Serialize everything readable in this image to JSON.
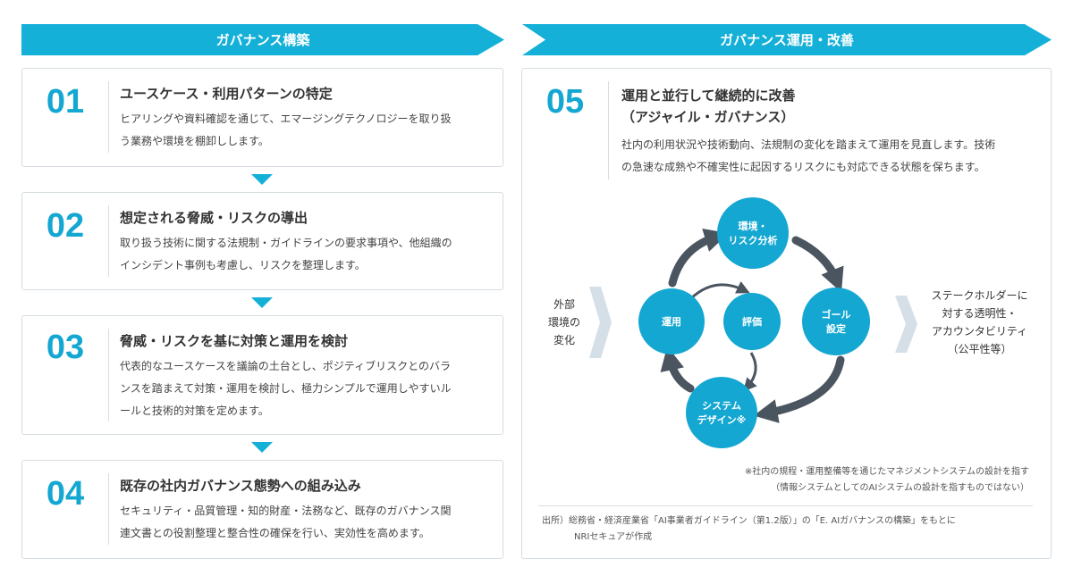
{
  "banners": {
    "left": "ガバナンス構築",
    "right": "ガバナンス運用・改善"
  },
  "steps": [
    {
      "number": "01",
      "title": "ユースケース・利用パターンの特定",
      "text": [
        "ヒアリングや資料確認を通じて、エマージングテクノロジーを取り扱",
        "う業務や環境を棚卸しします。"
      ]
    },
    {
      "number": "02",
      "title": "想定される脅威・リスクの導出",
      "text": [
        "取り扱う技術に関する法規制・ガイドラインの要求事項や、他組織の",
        "インシデント事例も考慮し、リスクを整理します。"
      ]
    },
    {
      "number": "03",
      "title": "脅威・リスクを基に対策と運用を検討",
      "text": [
        "代表的なユースケースを議論の土台とし、ポジティブリスクとのバラ",
        "ンスを踏まえて対策・運用を検討し、極力シンプルで運用しやすいル",
        "ールと技術的対策を定めます。"
      ]
    },
    {
      "number": "04",
      "title": "既存の社内ガバナンス態勢への組み込み",
      "text": [
        "セキュリティ・品質管理・知的財産・法務など、既存のガバナンス関",
        "連文書との役割整理と整合性の確保を行い、実効性を高めます。"
      ]
    }
  ],
  "step05": {
    "number": "05",
    "title": [
      "運用と並行して継続的に改善",
      "（アジャイル・ガバナンス）"
    ],
    "text": [
      "社内の利用状況や技術動向、法規制の変化を踏まえて運用を見直します。技術",
      "の急速な成熟や不確実性に起因するリスクにも対応できる状態を保ちます。"
    ]
  },
  "cycle": {
    "outer_input": [
      "外部",
      "環境の",
      "変化"
    ],
    "outer_output": [
      "ステークホルダーに",
      "対する透明性・",
      "アカウンタビリティ",
      "（公平性等）"
    ],
    "nodes": {
      "env": [
        "環境・",
        "リスク分析"
      ],
      "goal": [
        "ゴール",
        "設定"
      ],
      "system": [
        "システム",
        "デザイン※"
      ],
      "operation": [
        "運用"
      ],
      "evaluation": [
        "評価"
      ]
    },
    "colors": {
      "node": "#14a7d2",
      "arrow": "#4a5560",
      "chevron": "#d4dfe8"
    }
  },
  "footnote": [
    "※社内の規程・運用整備等を通じたマネジメントシステムの設計を指す",
    "（情報システムとしてのAIシステムの設計を指すものではない）"
  ],
  "source": [
    "出所）総務省・経済産業省「AI事業者ガイドライン（第1.2版）」の「E. AIガバナンスの構築」をもとに",
    "NRIセキュアが作成"
  ]
}
